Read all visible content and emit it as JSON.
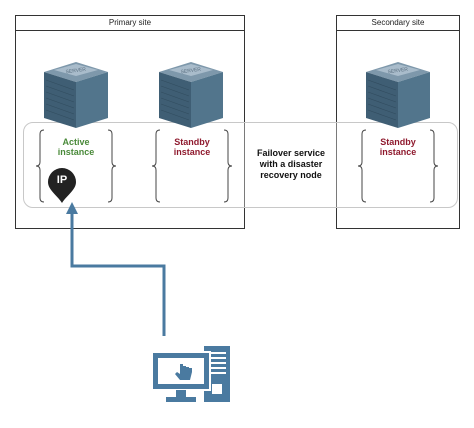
{
  "sites": {
    "primary": {
      "title": "Primary site"
    },
    "secondary": {
      "title": "Secondary site"
    }
  },
  "nodes": {
    "active": {
      "line1": "Active",
      "line2": "instance"
    },
    "standby_primary": {
      "line1": "Standby",
      "line2": "instance"
    },
    "standby_secondary": {
      "line1": "Standby",
      "line2": "instance"
    }
  },
  "failover": {
    "line1": "Failover service",
    "line2": "with a disaster",
    "line3": "recovery node"
  },
  "ip_pin": {
    "label": "IP"
  },
  "server_label": "SERVER",
  "colors": {
    "active": "#4a8a3a",
    "standby": "#8f1a2e",
    "connector": "#4a7aa0"
  },
  "icons": [
    "server-icon",
    "ip-pin-icon",
    "workstation-icon"
  ]
}
